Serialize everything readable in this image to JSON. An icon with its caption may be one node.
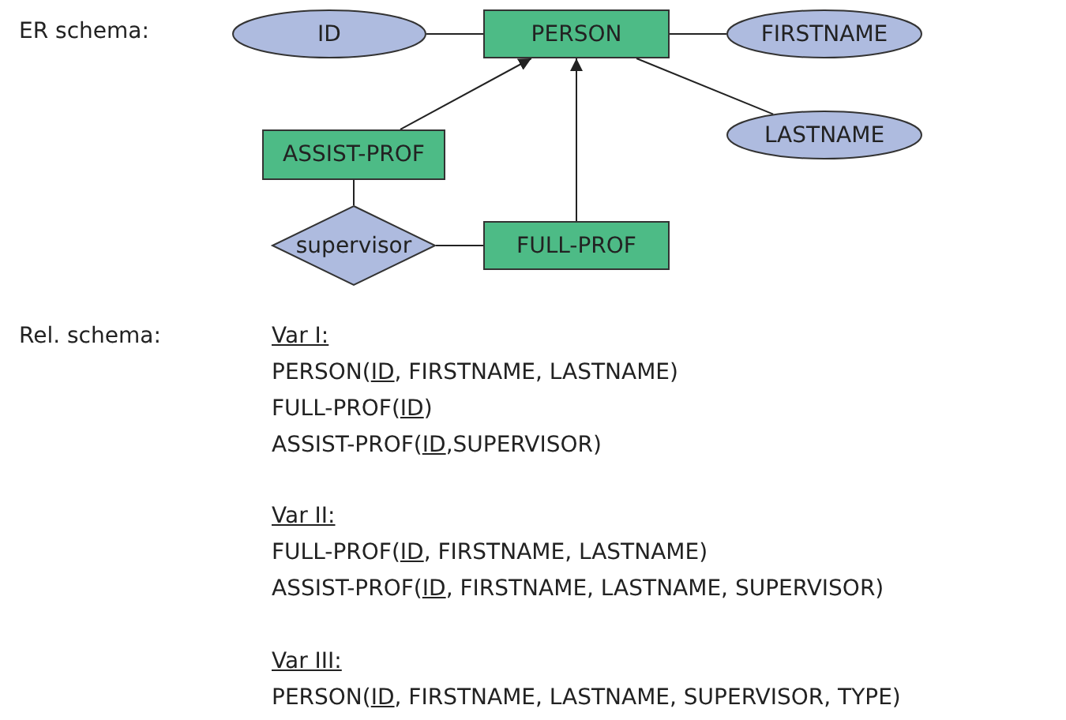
{
  "diagram": {
    "nodes": [
      {
        "text": [
          "ID"
        ]
      },
      {
        "text": [
          "PERSON"
        ]
      },
      {
        "text": [
          "FIRSTNAME"
        ]
      },
      {
        "text": [
          "LASTNAME"
        ]
      },
      {
        "text": [
          "ASSIST-PROF"
        ]
      },
      {
        "text": [
          "supervisor"
        ]
      },
      {
        "text": [
          "FULL-PROF"
        ]
      }
    ],
    "edges": [
      {
        "from": 0,
        "to": 1,
        "arrow": "none"
      },
      {
        "from": 1,
        "to": 2,
        "arrow": "none"
      },
      {
        "from": 1,
        "to": 3,
        "arrow": "none"
      },
      {
        "from": 4,
        "to": 1,
        "arrow": "to"
      },
      {
        "from": 6,
        "to": 1,
        "arrow": "to"
      },
      {
        "from": 4,
        "to": 5,
        "arrow": "none"
      },
      {
        "from": 5,
        "to": 6,
        "arrow": "none"
      }
    ],
    "labels": [
      "ER schema:",
      "Rel. schema:",
      "Var I:",
      "PERSON(ID, FIRSTNAME, LASTNAME)",
      "FULL-PROF(ID)",
      "ASSIST-PROF(ID,SUPERVISOR)",
      "Var II:",
      "FULL-PROF(ID, FIRSTNAME, LASTNAME)",
      "ASSIST-PROF(ID, FIRSTNAME, LASTNAME, SUPERVISOR)",
      "Var III:",
      "PERSON(ID, FIRSTNAME, LASTNAME, SUPERVISOR, TYPE)"
    ]
  }
}
